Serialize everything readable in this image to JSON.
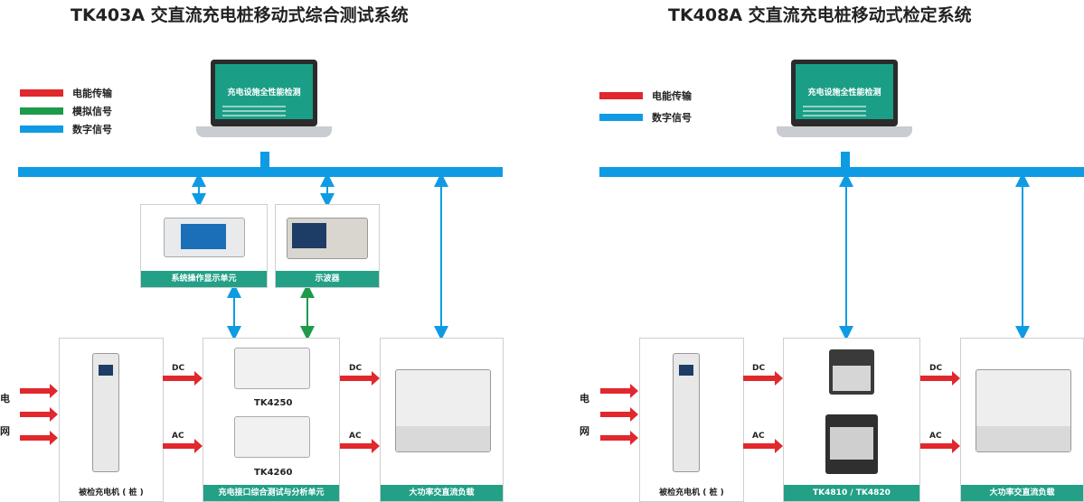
{
  "colors": {
    "energy": "#e0282d",
    "analog": "#1e9a4b",
    "digital": "#0f9be3",
    "accent": "#23a086"
  },
  "left": {
    "title": "TK403A 交直流充电桩移动式综合测试系统",
    "legend": [
      "电能传输",
      "模拟信号",
      "数字信号"
    ],
    "laptop_screen": "充电设施全性能检测",
    "unit_display": "系统操作显示单元",
    "unit_scope": "示波器",
    "charger_caption": "被检充电机 ( 桩 )",
    "analyzer_caption": "充电接口综合测试与分析单元",
    "load_caption": "大功率交直流负载",
    "model_a": "TK4250",
    "model_b": "TK4260",
    "dc": "DC",
    "ac": "AC",
    "grid_1": "电",
    "grid_2": "网"
  },
  "right": {
    "title": "TK408A 交直流充电桩移动式检定系统",
    "legend": [
      "电能传输",
      "数字信号"
    ],
    "laptop_screen": "充电设施全性能检测",
    "charger_caption": "被检充电机 ( 桩 )",
    "device_caption": "TK4810 / TK4820",
    "load_caption": "大功率交直流负载",
    "dc": "DC",
    "ac": "AC",
    "grid_1": "电",
    "grid_2": "网"
  }
}
